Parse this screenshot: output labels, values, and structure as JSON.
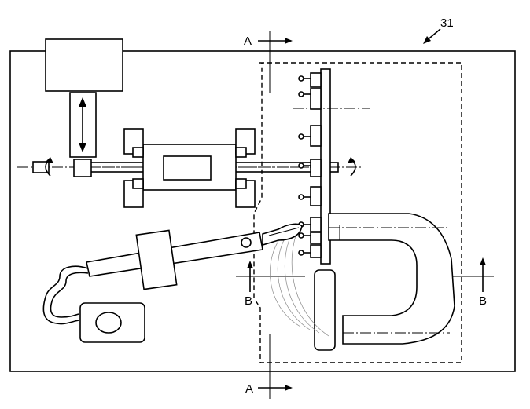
{
  "figure": {
    "ref_number": "31",
    "section_a_label": "A",
    "section_b_label": "B"
  }
}
